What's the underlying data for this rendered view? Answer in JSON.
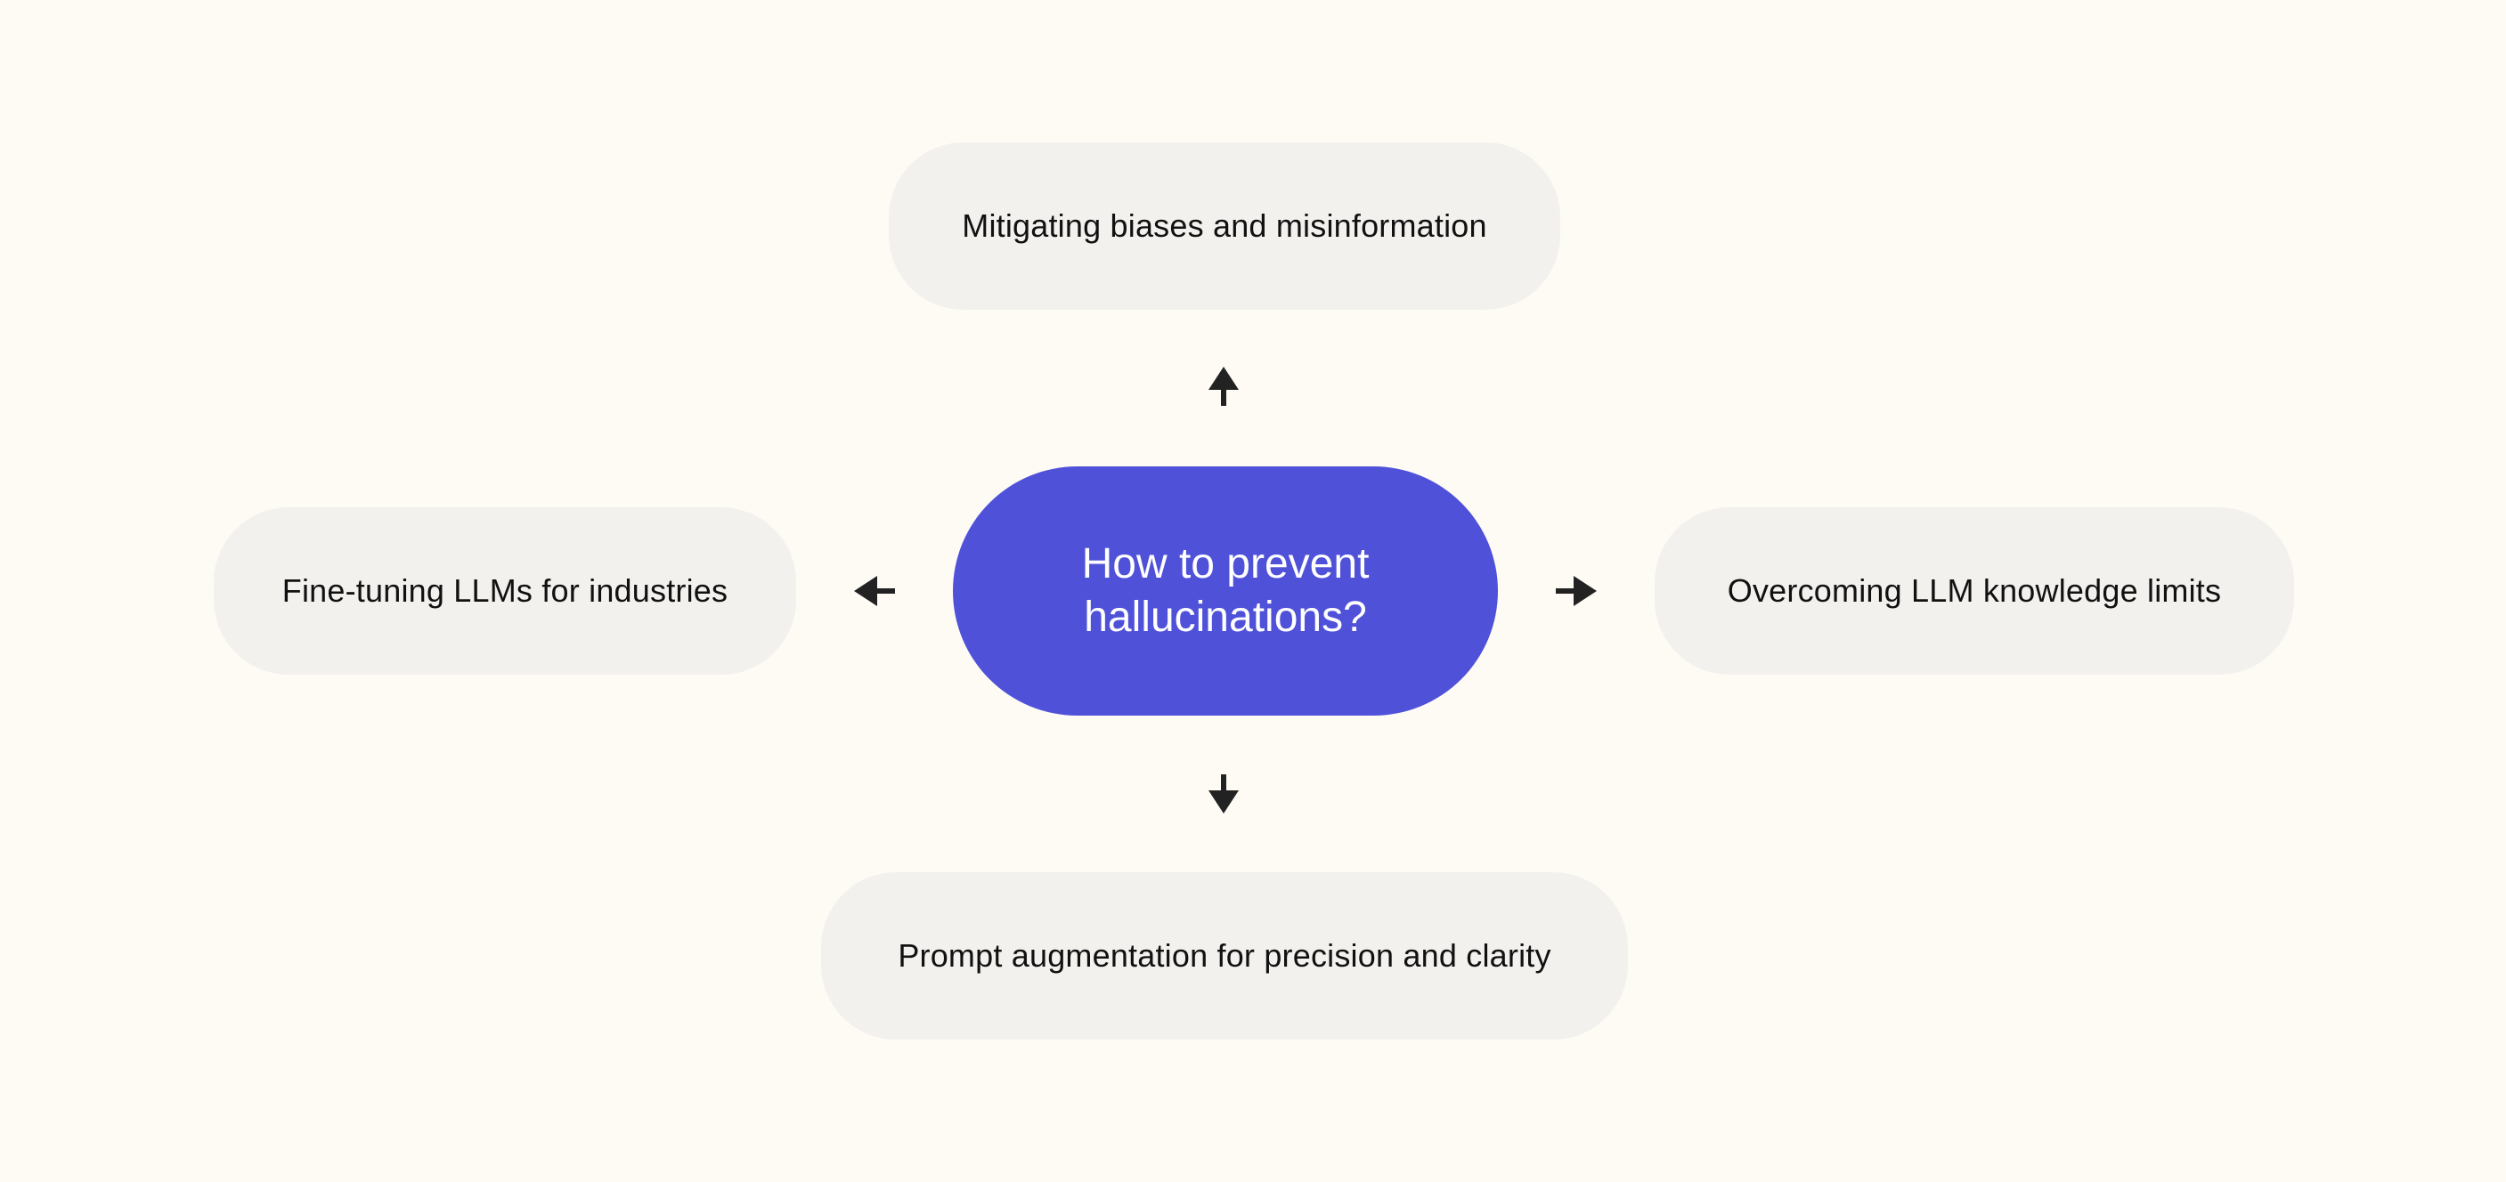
{
  "diagram": {
    "center": {
      "label": "How to prevent hallucinations?"
    },
    "nodes": {
      "top": "Mitigating biases and misinformation",
      "left": "Fine-tuning LLMs for industries",
      "right": "Overcoming LLM knowledge limits",
      "bottom": "Prompt augmentation for precision and clarity"
    },
    "arrows": [
      {
        "direction": "up",
        "from": "center",
        "to": "top"
      },
      {
        "direction": "left",
        "from": "center",
        "to": "left"
      },
      {
        "direction": "right",
        "from": "center",
        "to": "right"
      },
      {
        "direction": "down",
        "from": "center",
        "to": "bottom"
      }
    ]
  },
  "colors": {
    "background": "#fefbf5",
    "node_fill": "#f2f1ee",
    "center_fill": "#4f52d8",
    "center_text": "#ffffff",
    "node_text": "#111111",
    "arrow": "#222222"
  }
}
